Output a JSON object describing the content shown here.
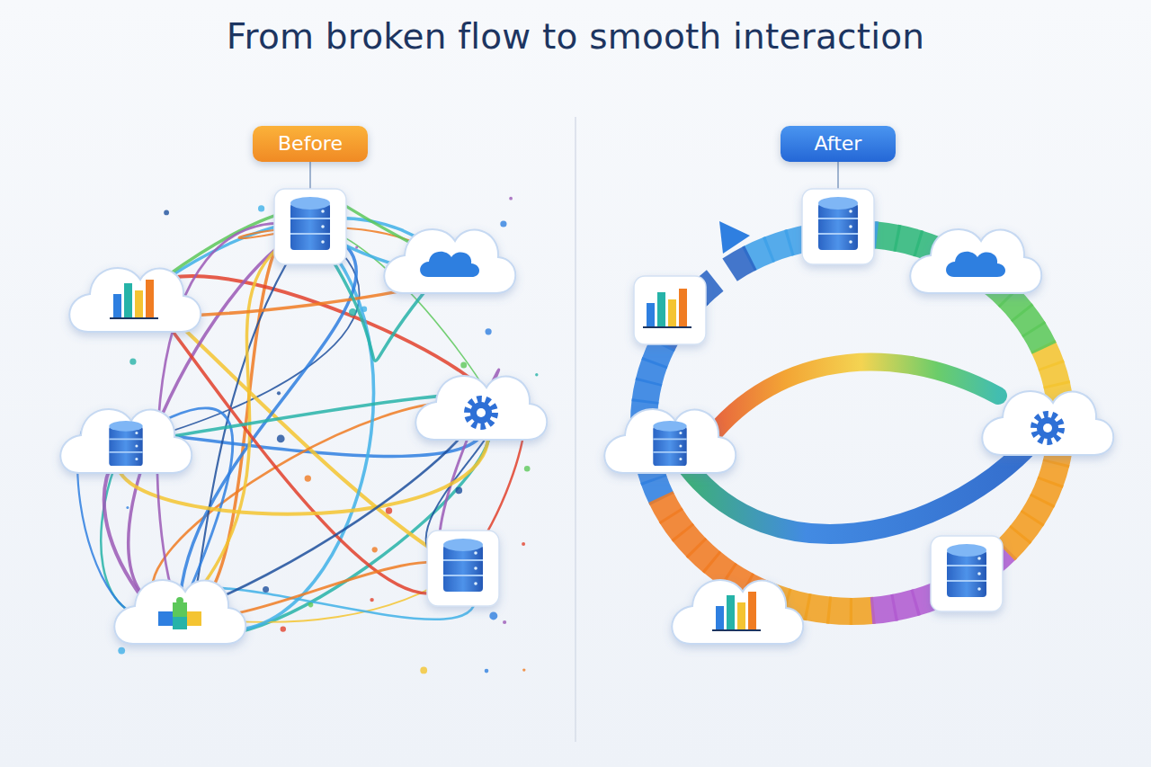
{
  "diagram": {
    "title": "From broken flow to smooth interaction",
    "nodes": [
      {
        "text": [
          "Before"
        ]
      },
      {
        "text": [
          "After"
        ]
      }
    ]
  }
}
